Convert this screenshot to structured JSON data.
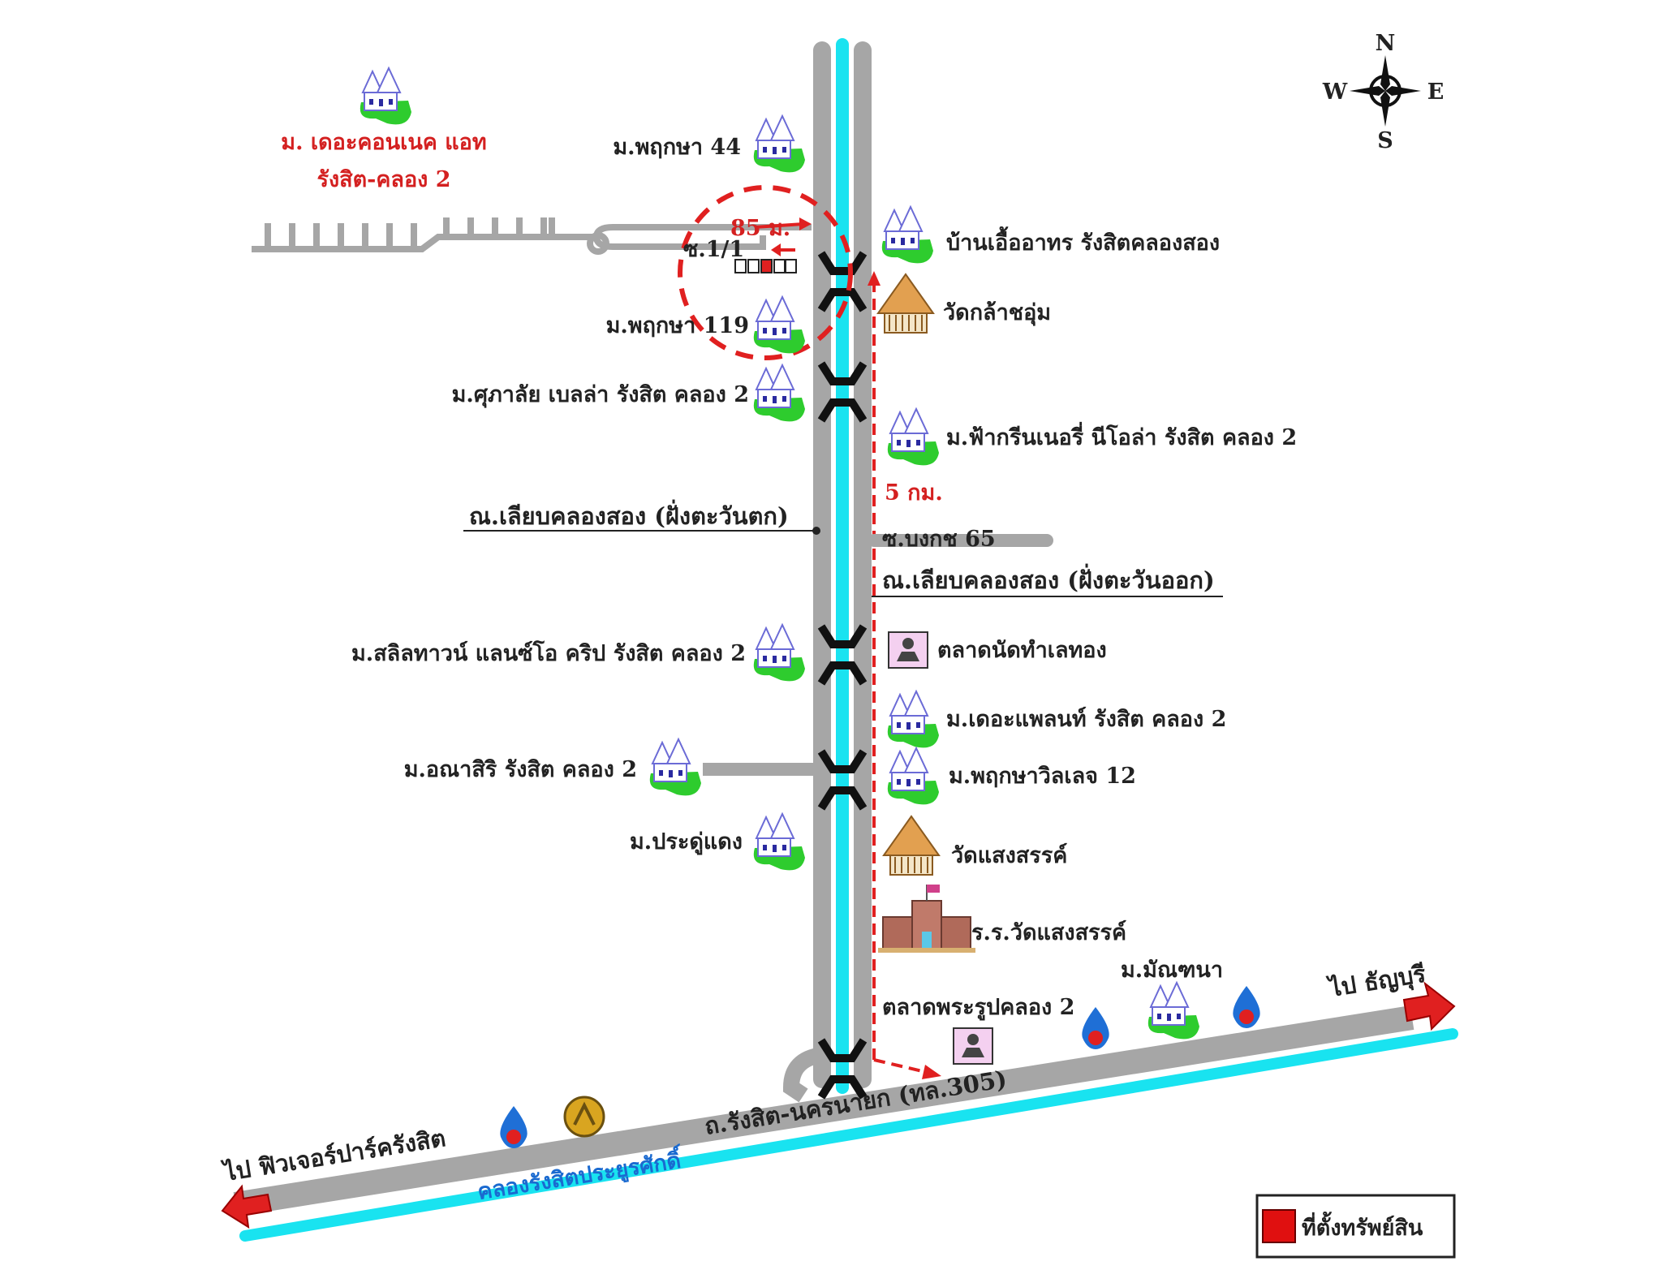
{
  "colors": {
    "road": "#a6a6a6",
    "canal": "#19e3f0",
    "route": "#e02020",
    "text": "#222222",
    "highlight": "#d42020"
  },
  "compass": {
    "n": "N",
    "s": "S",
    "w": "W",
    "e": "E"
  },
  "places": {
    "connect": {
      "line1": "ม. เดอะคอนเนค แอท",
      "line2": "รังสิต-คลอง 2"
    },
    "pruksa44": "ม.พฤกษา 44",
    "distance_short": "85 ม.",
    "soi_1_1": "ซ.1/1",
    "baan_ua": "บ้านเอื้ออาทร รังสิตคลองสอง",
    "wat_klachaoum": "วัดกล้าชอุ่ม",
    "pruksa119": "ม.พฤกษา 119",
    "supalai": "ม.ศุภาลัย เบลล่า รังสิต คลอง 2",
    "fah_green": "ม.ฟ้ากรีนเนอรี่ นีโอล่า รังสิต คลอง 2",
    "distance_long": "5 กม.",
    "road_west": "ณ.เลียบคลองสอง (ฝั่งตะวันตก)",
    "soi_bongkot": "ซ.บงกช 65",
    "road_east": "ณ.เลียบคลองสอง (ฝั่งตะวันออก)",
    "salil": "ม.สลิลทาวน์ แลนซ์โอ คริป รังสิต คลอง 2",
    "market_thamlae": "ตลาดนัดทำเลทอง",
    "the_plant": "ม.เดอะแพลนท์ รังสิต คลอง 2",
    "anasiri": "ม.อณาสิริ รังสิต คลอง 2",
    "pruksa_village12": "ม.พฤกษาวิลเลจ 12",
    "pradu_daeng": "ม.ประดู่แดง",
    "wat_saengsan": "วัดแสงสรรค์",
    "school": "ร.ร.วัดแสงสรรค์",
    "mantana": "ม.มัณฑนา",
    "market_phraroop": "ตลาดพระรูปคลอง 2",
    "to_thanyaburi": "ไป ธัญบุรี",
    "to_future_park": "ไป ฟิวเจอร์ปาร์ครังสิต",
    "main_road": "ถ.รังสิต-นครนายก (ทล.305)",
    "canal_name": "คลองรังสิตประยูรศักดิ์"
  },
  "legend": {
    "property": "ที่ตั้งทรัพย์สิน"
  }
}
